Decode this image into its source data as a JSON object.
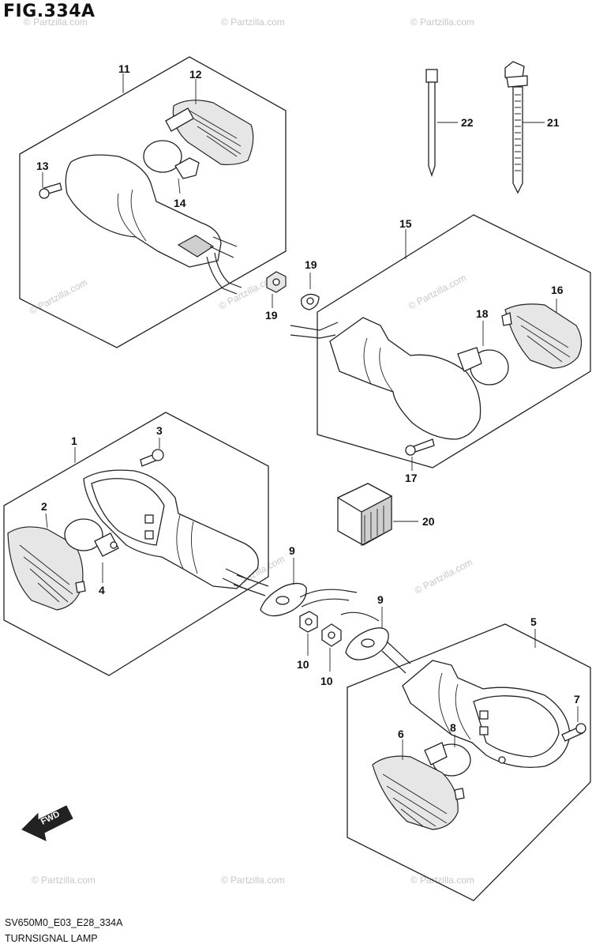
{
  "figure_title": "FIG.334A",
  "model_code": "SV650M0_E03_E28_334A",
  "caption": "TURNSIGNAL LAMP",
  "watermark": "© Partzilla.com",
  "fwd_label": "FWD",
  "callouts": {
    "p1": "1",
    "p2": "2",
    "p3": "3",
    "p4": "4",
    "p5": "5",
    "p6": "6",
    "p7": "7",
    "p8": "8",
    "p9a": "9",
    "p9b": "9",
    "p10a": "10",
    "p10b": "10",
    "p11": "11",
    "p12": "12",
    "p13": "13",
    "p14": "14",
    "p15": "15",
    "p16": "16",
    "p17": "17",
    "p18": "18",
    "p19a": "19",
    "p19b": "19",
    "p20": "20",
    "p21": "21",
    "p22": "22"
  }
}
